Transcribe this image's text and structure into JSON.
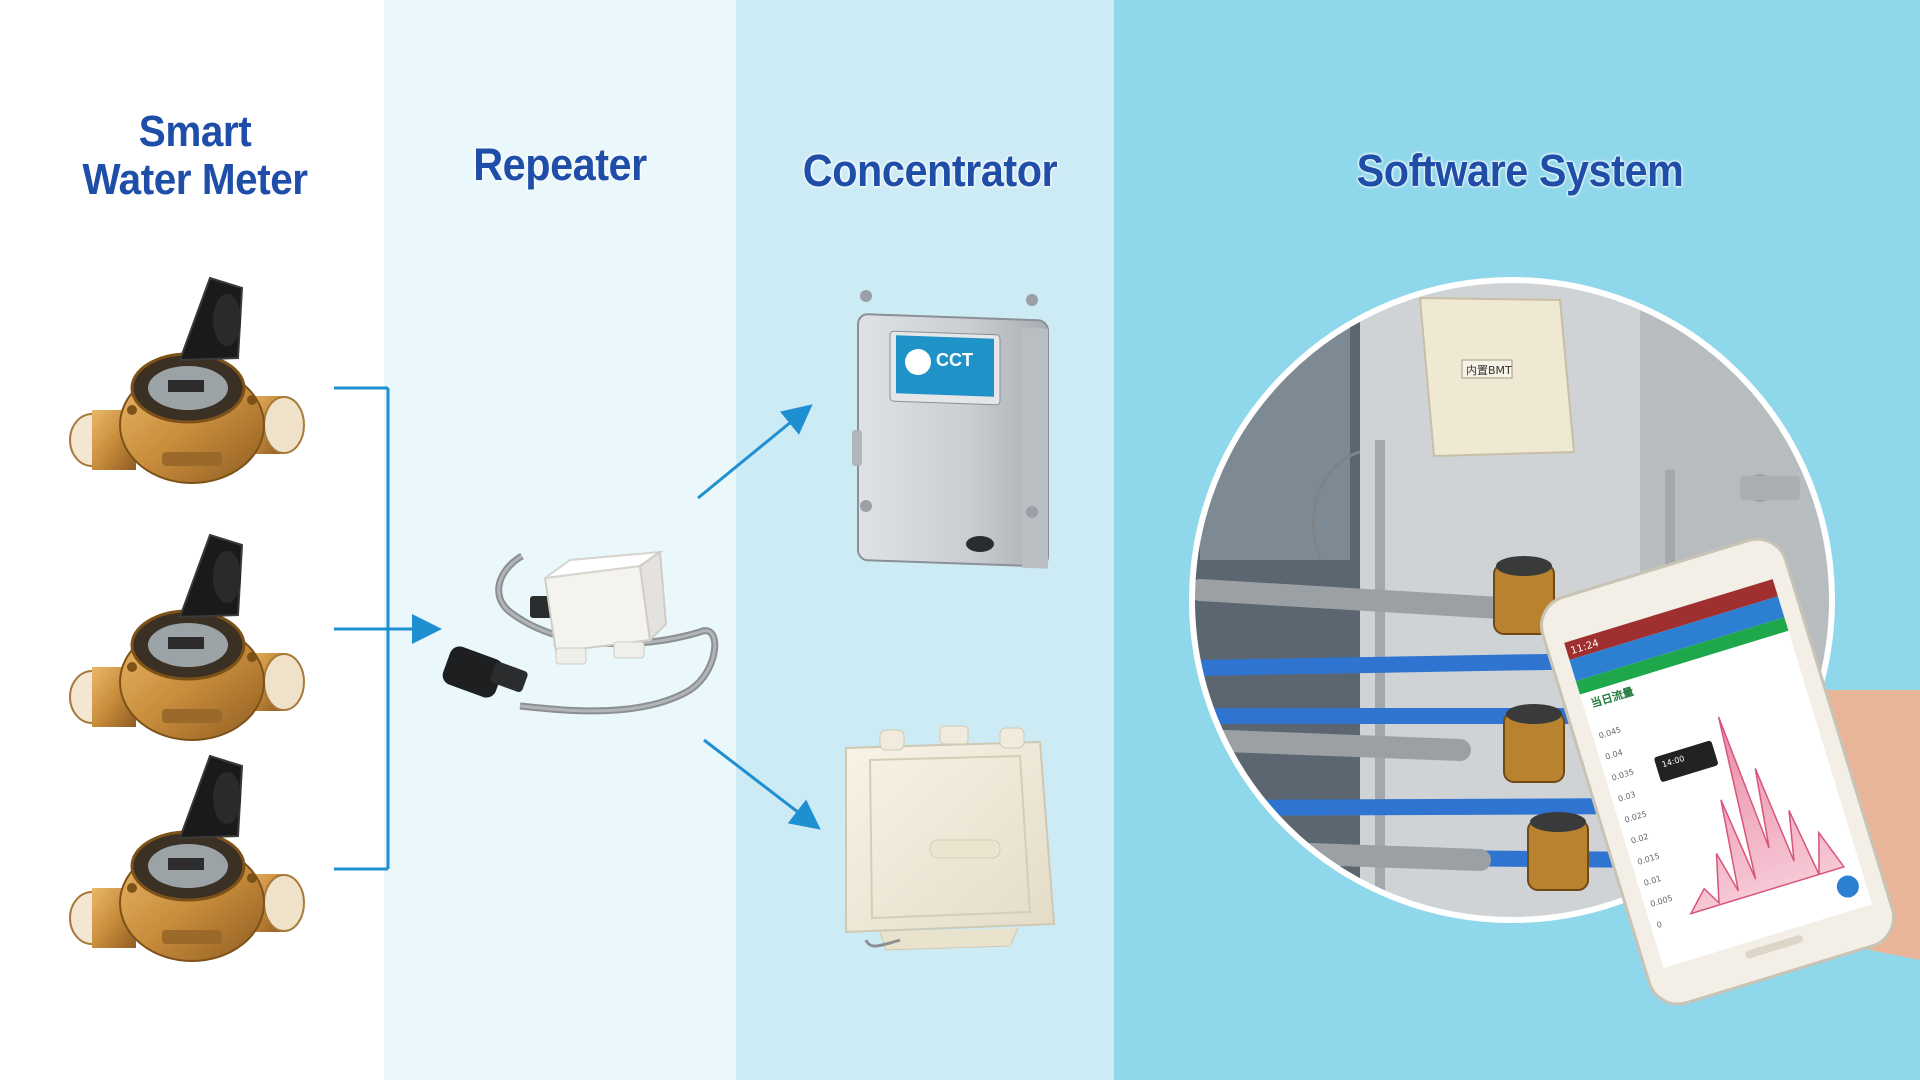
{
  "headings": {
    "meter_line1": "Smart",
    "meter_line2": "Water Meter",
    "repeater": "Repeater",
    "concentrator": "Concentrator",
    "software": "Software System"
  },
  "concentrator_brand": "CCT",
  "label_bmt": "内置BMT",
  "phone": {
    "time": "11:24",
    "card_title": "当日流量",
    "y_ticks": [
      "0.045",
      "0.04",
      "0.035",
      "0.03",
      "0.025",
      "0.02",
      "0.015",
      "0.01",
      "0.005",
      "0"
    ],
    "tooltip_time": "14:00"
  },
  "colors": {
    "heading": "#1f4ea9",
    "arrow": "#1e8fd0",
    "brass": "#c98d3c",
    "band_software": "#8fd7ea"
  }
}
